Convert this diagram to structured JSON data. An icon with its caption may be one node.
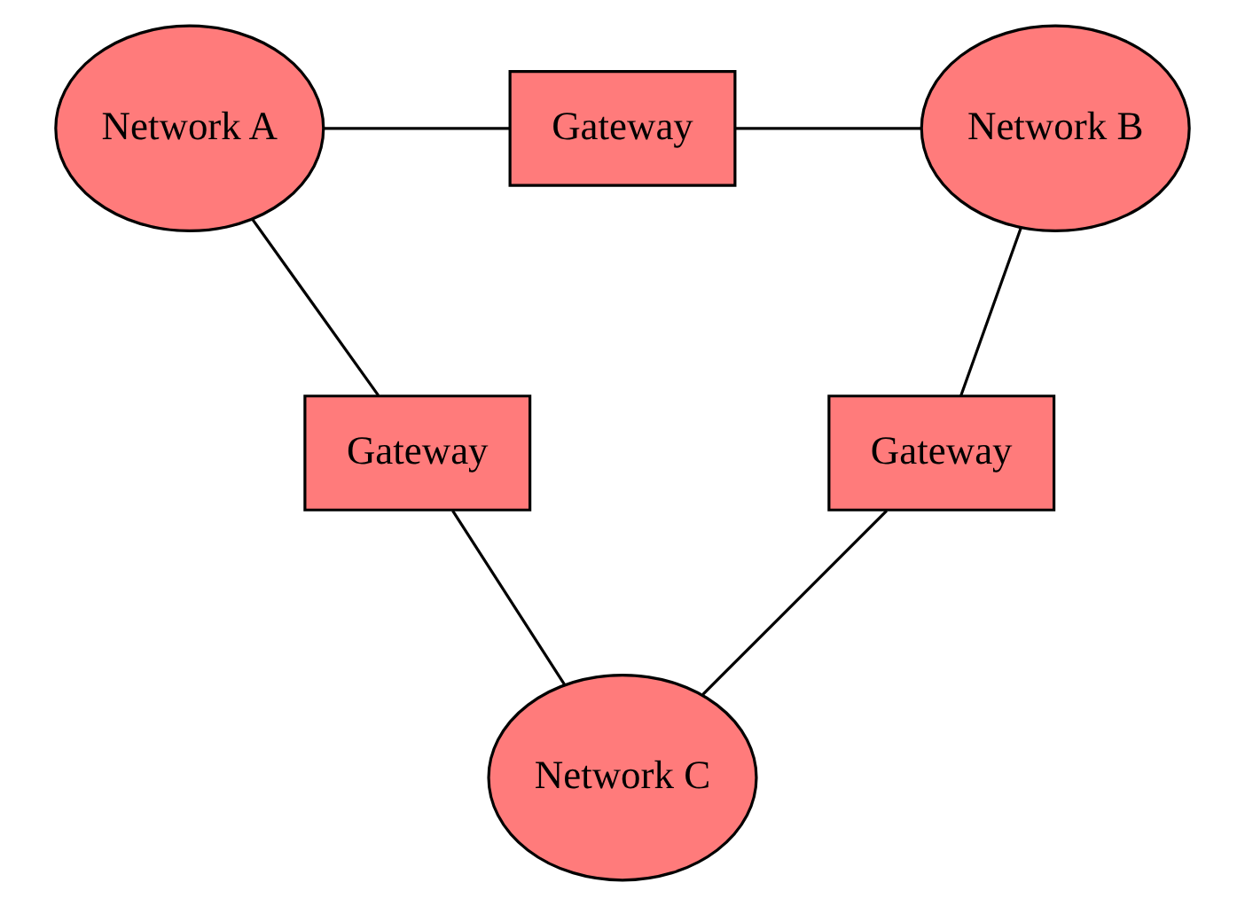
{
  "diagram": {
    "nodes": [
      {
        "text": [
          "Network A"
        ]
      },
      {
        "text": [
          "Gateway"
        ]
      },
      {
        "text": [
          "Network B"
        ]
      },
      {
        "text": [
          "Gateway"
        ]
      },
      {
        "text": [
          "Gateway"
        ]
      },
      {
        "text": [
          "Network C"
        ]
      }
    ],
    "edges": [
      {
        "from": 0,
        "to": 1,
        "arrow": "none"
      },
      {
        "from": 1,
        "to": 2,
        "arrow": "none"
      },
      {
        "from": 0,
        "to": 3,
        "arrow": "none"
      },
      {
        "from": 2,
        "to": 4,
        "arrow": "none"
      },
      {
        "from": 3,
        "to": 5,
        "arrow": "none"
      },
      {
        "from": 4,
        "to": 5,
        "arrow": "none"
      }
    ]
  }
}
